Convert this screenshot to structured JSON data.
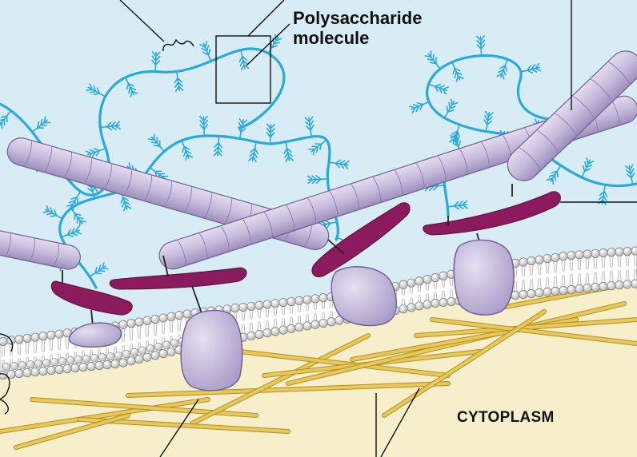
{
  "labels": {
    "polysaccharide_line1": "Polysaccharide",
    "polysaccharide_line2": "molecule",
    "cytoplasm": "CYTOPLASM"
  },
  "colors": {
    "extracellular_fluid": "#d8ecf5",
    "cytoplasm": "#f7eecb",
    "polysaccharide": "#2aa9dc",
    "fiber": "#c9bedf",
    "linker_protein": "#8b1b5c",
    "membrane_protein": "#cbc3e0",
    "phospholipid_head": "#f2f2f2",
    "cytoskeleton_filament": "#e0bf4e"
  }
}
